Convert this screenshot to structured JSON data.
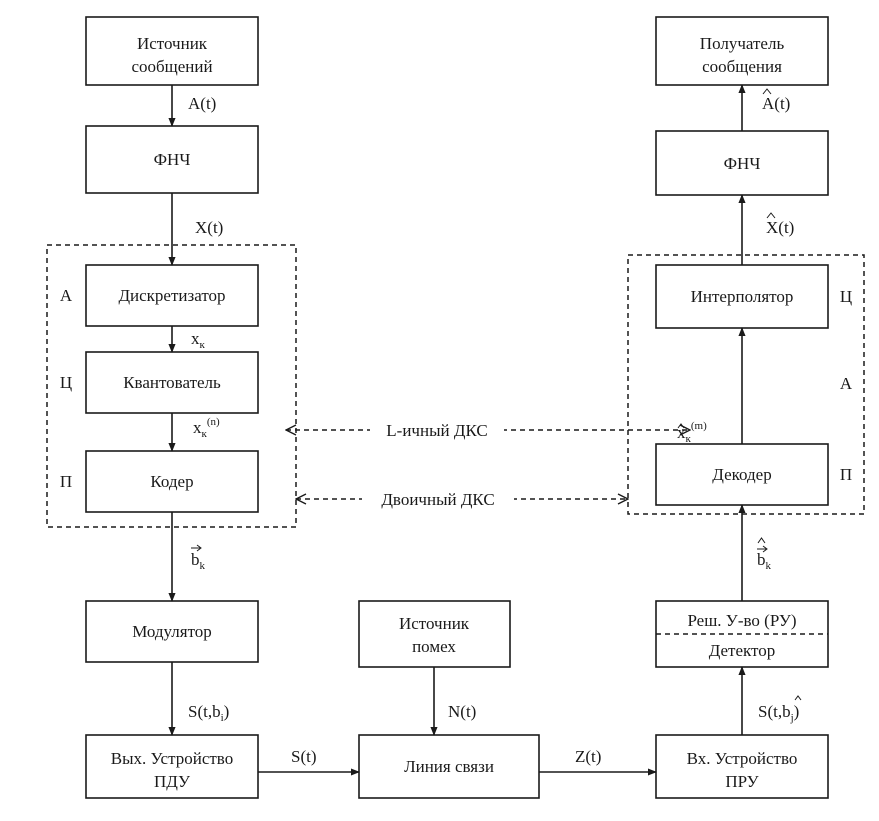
{
  "blocks": {
    "source": [
      "Источник",
      "сообщений"
    ],
    "lpf_tx": "ФНЧ",
    "sampler": "Дискретизатор",
    "quantizer": "Квантователь",
    "coder": "Кодер",
    "modulator": "Модулятор",
    "tx_output": [
      "Вых. Устройство",
      "ПДУ"
    ],
    "noise_source": [
      "Источник",
      "помех"
    ],
    "channel": "Линия связи",
    "rx_input": [
      "Вх. Устройство",
      "ПРУ"
    ],
    "decision": "Реш. У-во  (РУ)",
    "detector": "Детектор",
    "decoder": "Декодер",
    "interpolator": "Интерполятор",
    "lpf_rx": "ФНЧ",
    "receiver": [
      "Получатель",
      "сообщения"
    ]
  },
  "side_labels": {
    "tx_a": "А",
    "tx_c": "Ц",
    "tx_p": "П",
    "rx_c": "Ц",
    "rx_a": "А",
    "rx_p": "П"
  },
  "signals": {
    "a_t": "A(t)",
    "x_t": "X(t)",
    "x_k": "x",
    "x_k_sub": "к",
    "x_kn": "x",
    "x_kn_sub": "к",
    "x_kn_sup": "(n)",
    "b_k": "b",
    "b_k_sub": "k",
    "s_tb_main": "S(t,b",
    "s_tb_sub": "i",
    "s_tb_close": ")",
    "n_t": "N(t)",
    "s_t": "S(t)",
    "z_t": "Z(t)",
    "s_tbj_main": "S(t,b",
    "s_tbj_sub": "j",
    "s_tbj_close": ")",
    "bhat_k": "b",
    "bhat_k_sub": "k",
    "xhat_km": "x",
    "xhat_km_sub": "к",
    "xhat_km_sup": "(m)",
    "xhat_t": "X(t)",
    "ahat_t": "A(t)"
  },
  "channels": {
    "l_ary": "L-ичный ДКС",
    "binary": "Двоичный ДКС"
  }
}
